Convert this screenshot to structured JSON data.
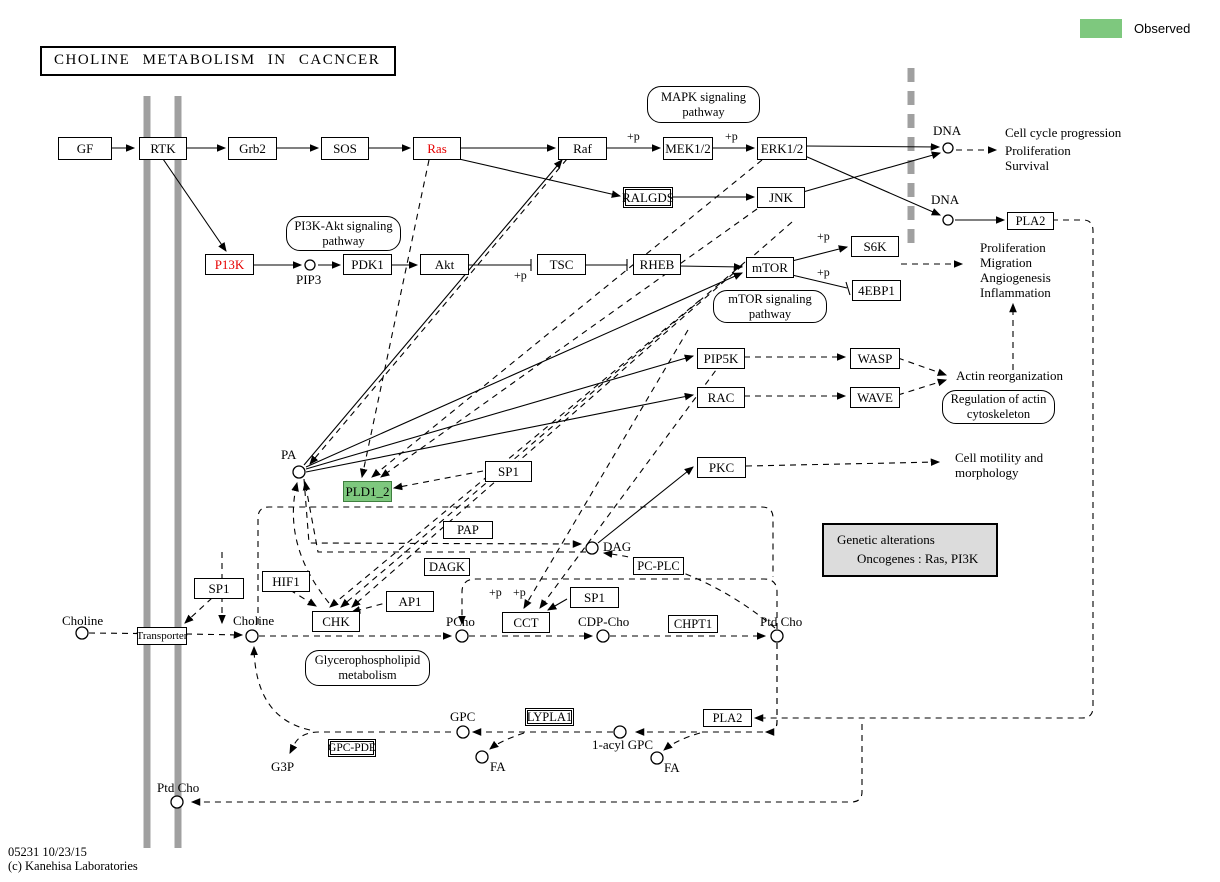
{
  "title": "CHOLINE METABOLISM IN CACNCER",
  "legend": {
    "label": "Observed",
    "color": "#7ec87e"
  },
  "colors": {
    "observed_green": "#7ec87e",
    "oncogene_red": "#e60000",
    "membrane_gray": "#a0a0a0",
    "alterations_bg": "#dcdcdc"
  },
  "nodes": {
    "gf": "GF",
    "rtk": "RTK",
    "grb2": "Grb2",
    "sos": "SOS",
    "ras": "Ras",
    "raf": "Raf",
    "mek12": "MEK1/2",
    "erk12": "ERK1/2",
    "ralgds": "RALGDS",
    "jnk": "JNK",
    "pi3k": "P13K",
    "pdk1": "PDK1",
    "akt": "Akt",
    "tsc": "TSC",
    "rheb": "RHEB",
    "mtor": "mTOR",
    "s6k": "S6K",
    "e4ebp1": "4EBP1",
    "pip5k": "PIP5K",
    "wasp": "WASP",
    "rac": "RAC",
    "wave": "WAVE",
    "pkc": "PKC",
    "sp1_a": "SP1",
    "pld1_2": "PLD1_2",
    "pap": "PAP",
    "dagk": "DAGK",
    "pcplc": "PC-PLC",
    "sp1_b": "SP1",
    "hif1": "HIF1",
    "ap1": "AP1",
    "chk": "CHK",
    "transporter": "Transporter",
    "cct": "CCT",
    "sp1_c": "SP1",
    "chpt1": "CHPT1",
    "lypla1": "LYPLA1",
    "pla2_top": "PLA2",
    "pla2_bottom": "PLA2",
    "gpcpde": "GPC-PDE"
  },
  "pathway_refs": {
    "mapk": "MAPK signaling\npathway",
    "pi3k_akt": "PI3K-Akt signaling\npathway",
    "mtor": "mTOR signaling\npathway",
    "actin": "Regulation of actin\ncytoskeleton",
    "glycero": "Glycerophospholipid\nmetabolism"
  },
  "metabolites": {
    "dna1": "DNA",
    "dna2": "DNA",
    "pip3": "PIP3",
    "pa": "PA",
    "dag": "DAG",
    "choline_out": "Choline",
    "choline_in": "Choline",
    "pcho": "PCho",
    "cdpcho": "CDP-Cho",
    "ptdcho": "Ptd Cho",
    "gpc": "GPC",
    "acylgpc": "1-acyl GPC",
    "fa1": "FA",
    "fa2": "FA",
    "g3p": "G3P",
    "ptdcho_bottom": "Ptd Cho"
  },
  "outcomes": {
    "cellcycle": "Cell cycle progression",
    "proliferation1": "Proliferation",
    "survival": "Survival",
    "proliferation2": "Proliferation",
    "migration": "Migration",
    "angiogenesis": "Angiogenesis",
    "inflammation": "Inflammation",
    "actin_reorg": "Actin reorganization",
    "motility": "Cell motility and\nmorphology"
  },
  "annotations": {
    "plus_p": "+p"
  },
  "genetic_alterations": {
    "title": "Genetic alterations",
    "oncogenes_line": "Oncogenes :   Ras, PI3K"
  },
  "footer": {
    "map_id": "05231 10/23/15",
    "copyright": "(c) Kanehisa Laboratories"
  }
}
